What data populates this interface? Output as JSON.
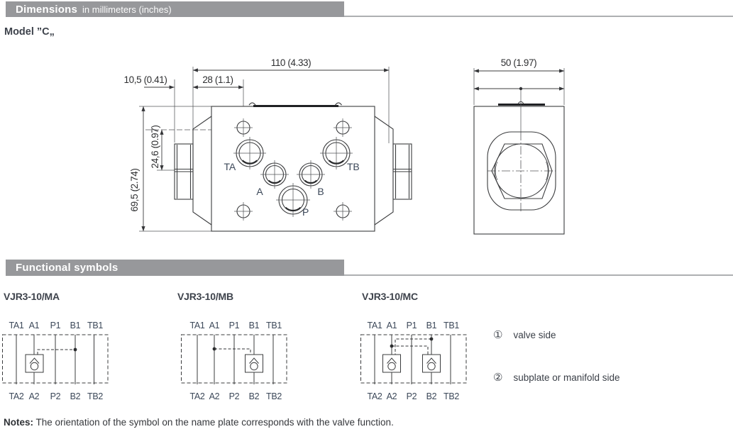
{
  "header1": {
    "title": "Dimensions",
    "subtitle": "in millimeters (inches)"
  },
  "model_title": "Model ”C„",
  "dims": {
    "width_total": "110 (4.33)",
    "nut_protrusion": "10,5 (0.41)",
    "hole_offset": "28 (1.1)",
    "height_total": "69,5 (2.74)",
    "port_offset": "24,6 (0.97)",
    "depth": "50 (1.97)",
    "ports": {
      "ta": "TA",
      "tb": "TB",
      "a": "A",
      "b": "B",
      "p": "P"
    }
  },
  "header2": {
    "title": "Functional symbols"
  },
  "symbols": {
    "variants": [
      {
        "name": "VJR3-10/MA",
        "check_valve_on": "A",
        "pilot_from": "B"
      },
      {
        "name": "VJR3-10/MB",
        "check_valve_on": "B",
        "pilot_from": "A"
      },
      {
        "name": "VJR3-10/MC",
        "check_valve_on": "A and B",
        "pilot_from": "cross"
      }
    ],
    "top": [
      "TA1",
      "A1",
      "P1",
      "B1",
      "TB1"
    ],
    "bottom": [
      "TA2",
      "A2",
      "P2",
      "B2",
      "TB2"
    ]
  },
  "legend": [
    {
      "marker": "①",
      "text": "valve side"
    },
    {
      "marker": "②",
      "text": "subplate or manifold side"
    }
  ],
  "notes": {
    "label": "Notes:",
    "text": " The orientation of the symbol on the name plate corresponds with the valve function."
  }
}
